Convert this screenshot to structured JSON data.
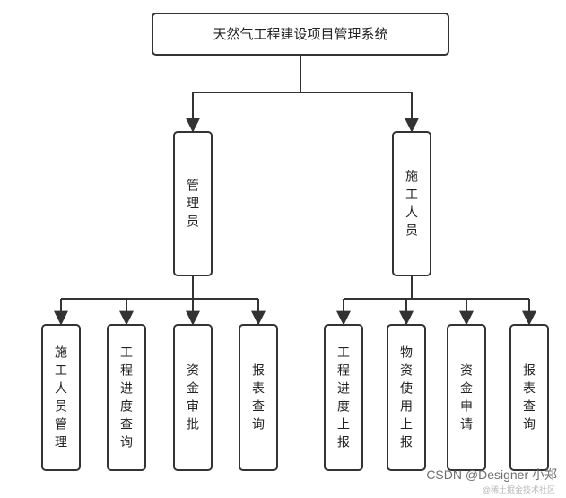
{
  "root": {
    "label": "天然气工程建设项目管理系统"
  },
  "roles": [
    {
      "key": "admin",
      "label": "管理员",
      "functions": [
        {
          "label": "施工人员管理"
        },
        {
          "label": "工程进度查询"
        },
        {
          "label": "资金审批"
        },
        {
          "label": "报表查询"
        }
      ]
    },
    {
      "key": "worker",
      "label": "施工人员",
      "functions": [
        {
          "label": "工程进度上报"
        },
        {
          "label": "物资使用上报"
        },
        {
          "label": "资金申请"
        },
        {
          "label": "报表查询"
        }
      ]
    }
  ],
  "watermark": {
    "text": "CSDN @Designer 小郑",
    "subtext": "@稀土掘金技术社区"
  }
}
